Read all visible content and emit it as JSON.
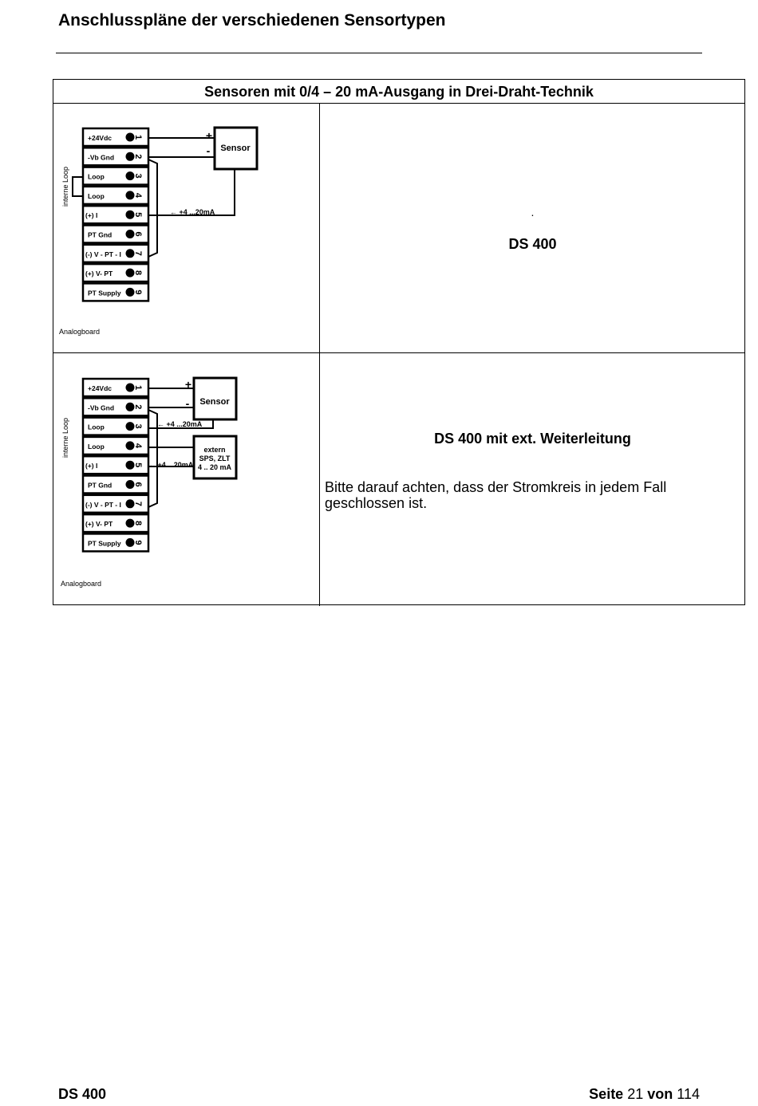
{
  "header": {
    "title": "Anschlusspläne der verschiedenen Sensortypen"
  },
  "table": {
    "title": "Sensoren mit 0/4 – 20 mA-Ausgang in Drei-Draht-Technik",
    "terminals": [
      {
        "label": "+24Vdc",
        "num": "1"
      },
      {
        "label": "-Vb Gnd",
        "num": "2"
      },
      {
        "label": "Loop",
        "num": "3"
      },
      {
        "label": "Loop",
        "num": "4"
      },
      {
        "label": "(+) I",
        "num": "5"
      },
      {
        "label": "PT Gnd",
        "num": "6"
      },
      {
        "label": "(-) V - PT - I",
        "num": "7"
      },
      {
        "label": "(+) V- PT",
        "num": "8"
      },
      {
        "label": "PT Supply",
        "num": "9"
      }
    ],
    "row1": {
      "side_label": "interne Loop",
      "sensor_label": "Sensor",
      "plus": "+",
      "minus": "-",
      "current_label": "← +4 ...20mA",
      "board_label": "Analogboard",
      "dot": ".",
      "heading": "DS 400"
    },
    "row2": {
      "side_label": "interne Loop",
      "sensor_label": "Sensor",
      "plus": "+",
      "minus": "-",
      "current_label_top": "← +4 ...20mA",
      "current_label_bottom": "← +4 ...20mA",
      "extern_lines": [
        "extern",
        "SPS, ZLT",
        "4 .. 20 mA"
      ],
      "board_label": "Analogboard",
      "heading": "DS 400 mit ext. Weiterleitung",
      "note": "Bitte darauf achten, dass der Stromkreis in jedem Fall geschlossen ist."
    }
  },
  "footer": {
    "left": "DS 400",
    "page_word": "Seite",
    "page_num": "21",
    "of_word": "von",
    "total": "114"
  }
}
